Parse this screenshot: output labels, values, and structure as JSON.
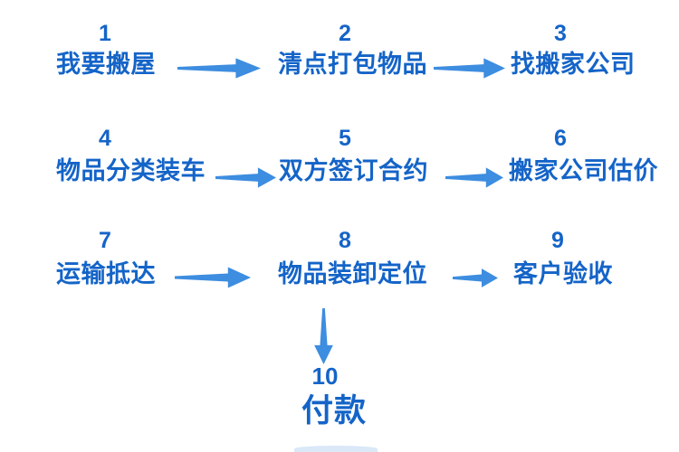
{
  "diagram": {
    "title_hint": "moving-house process flow",
    "colors": {
      "step_text": "#1464c8",
      "arrow": "#3d8de0"
    },
    "steps": [
      {
        "num": "1",
        "label": "我要搬屋"
      },
      {
        "num": "2",
        "label": "清点打包物品"
      },
      {
        "num": "3",
        "label": "找搬家公司"
      },
      {
        "num": "4",
        "label": "物品分类装车"
      },
      {
        "num": "5",
        "label": "双方签订合约"
      },
      {
        "num": "6",
        "label": "搬家公司估价"
      },
      {
        "num": "7",
        "label": "运输抵达"
      },
      {
        "num": "8",
        "label": "物品装卸定位"
      },
      {
        "num": "9",
        "label": "客户验收"
      },
      {
        "num": "10",
        "label": "付款"
      }
    ],
    "connections": [
      "1→2",
      "2→3",
      "4→5",
      "5→6",
      "7→8",
      "8→9",
      "8→10"
    ]
  }
}
